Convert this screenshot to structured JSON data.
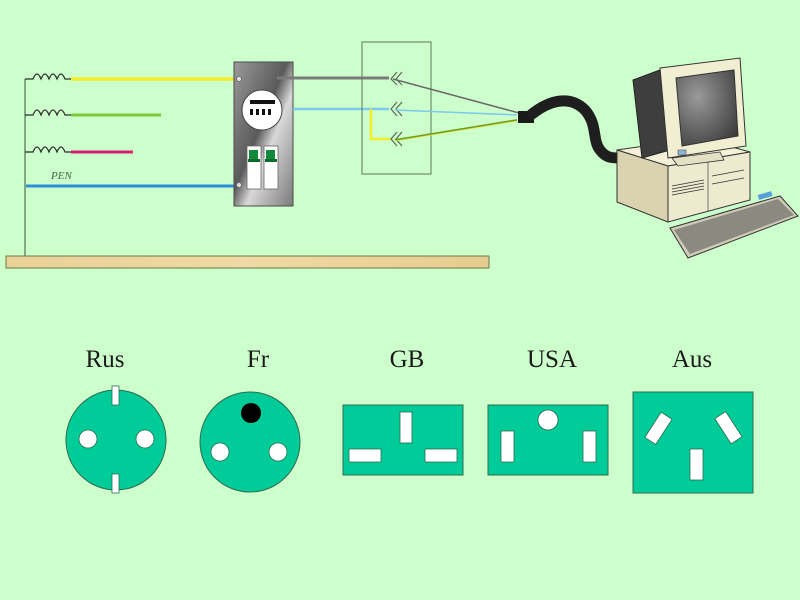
{
  "diagram": {
    "type": "electrical wiring and socket standards illustration",
    "wires": [
      {
        "id": "phase-1",
        "color": "#f5ec2a",
        "connected_to": "distribution-panel"
      },
      {
        "id": "phase-2",
        "color": "#7ec83a"
      },
      {
        "id": "phase-3",
        "color": "#d81e6e"
      },
      {
        "id": "pen",
        "label": "PEN",
        "color": "#2a8fd8",
        "connected_to": "distribution-panel"
      }
    ],
    "panel": {
      "name": "distribution panel",
      "components": [
        "electricity meter",
        "circuit breaker",
        "circuit breaker"
      ],
      "breaker_color": "#0f8a3a"
    },
    "socket_box": {
      "outputs": [
        "grey wire",
        "blue wire",
        "yellow-green wire"
      ]
    },
    "cable_to": "computer",
    "colors": {
      "background": "#ccffcc",
      "socket_fill": "#00cc99",
      "socket_border": "#2f6b4f",
      "floor": "#e8cf92",
      "wire_grey": "#7a7a7a",
      "wire_light_blue": "#7ec8ee"
    }
  },
  "sockets": [
    {
      "label": "Rus",
      "shape": "circle",
      "holes": [
        "round",
        "round"
      ],
      "earth": "side clips"
    },
    {
      "label": "Fr",
      "shape": "circle",
      "holes": [
        "round",
        "round"
      ],
      "earth": "pin (black)"
    },
    {
      "label": "GB",
      "shape": "rectangle",
      "holes": [
        "horizontal slot",
        "horizontal slot"
      ],
      "earth": "vertical slot"
    },
    {
      "label": "USA",
      "shape": "rectangle",
      "holes": [
        "vertical slot",
        "vertical slot"
      ],
      "earth": "round hole"
    },
    {
      "label": "Aus",
      "shape": "square",
      "holes": [
        "angled slot",
        "angled slot"
      ],
      "earth": "vertical slot"
    }
  ],
  "labels": {
    "pen": "PEN"
  }
}
